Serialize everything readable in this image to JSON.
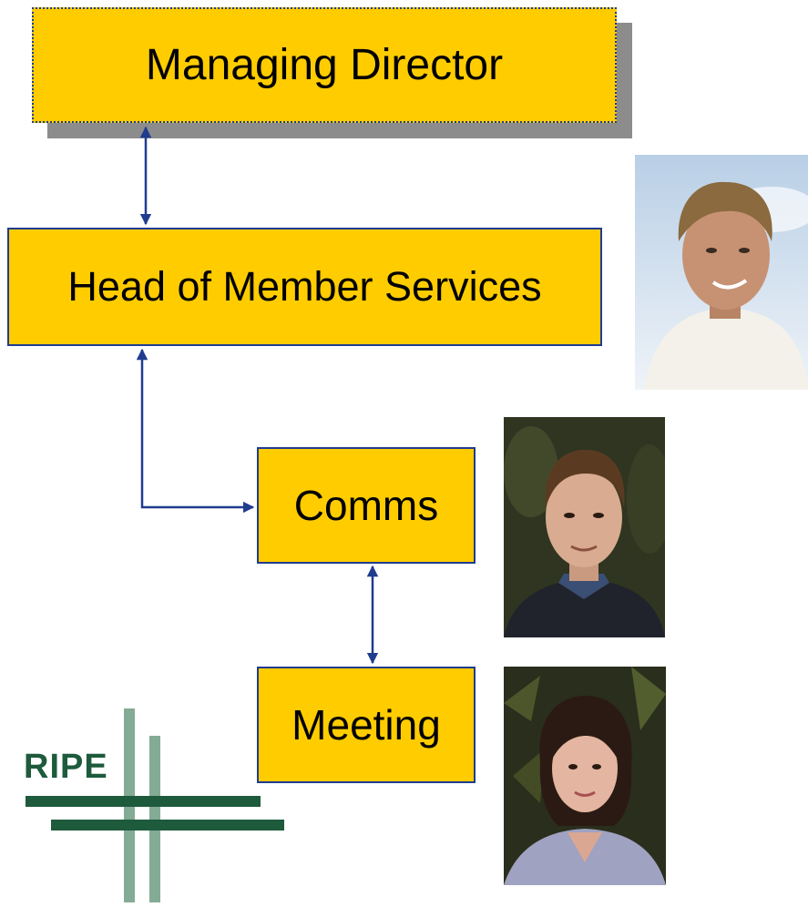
{
  "diagram": {
    "nodes": {
      "managing_director": "Managing Director",
      "head_of_member_services": "Head of Member Services",
      "comms": "Comms",
      "meeting": "Meeting"
    },
    "edges": [
      {
        "from": "managing_director",
        "to": "head_of_member_services",
        "direction": "both"
      },
      {
        "from": "head_of_member_services",
        "to": "comms",
        "direction": "both"
      },
      {
        "from": "comms",
        "to": "meeting",
        "direction": "both"
      }
    ]
  },
  "logo": {
    "text": "RIPE"
  },
  "colors": {
    "box_fill": "#ffcc00",
    "box_border": "#1f3c8f",
    "arrow": "#1f3c8f",
    "shadow": "#8c8c8c",
    "logo_green": "#1e5a3c"
  }
}
